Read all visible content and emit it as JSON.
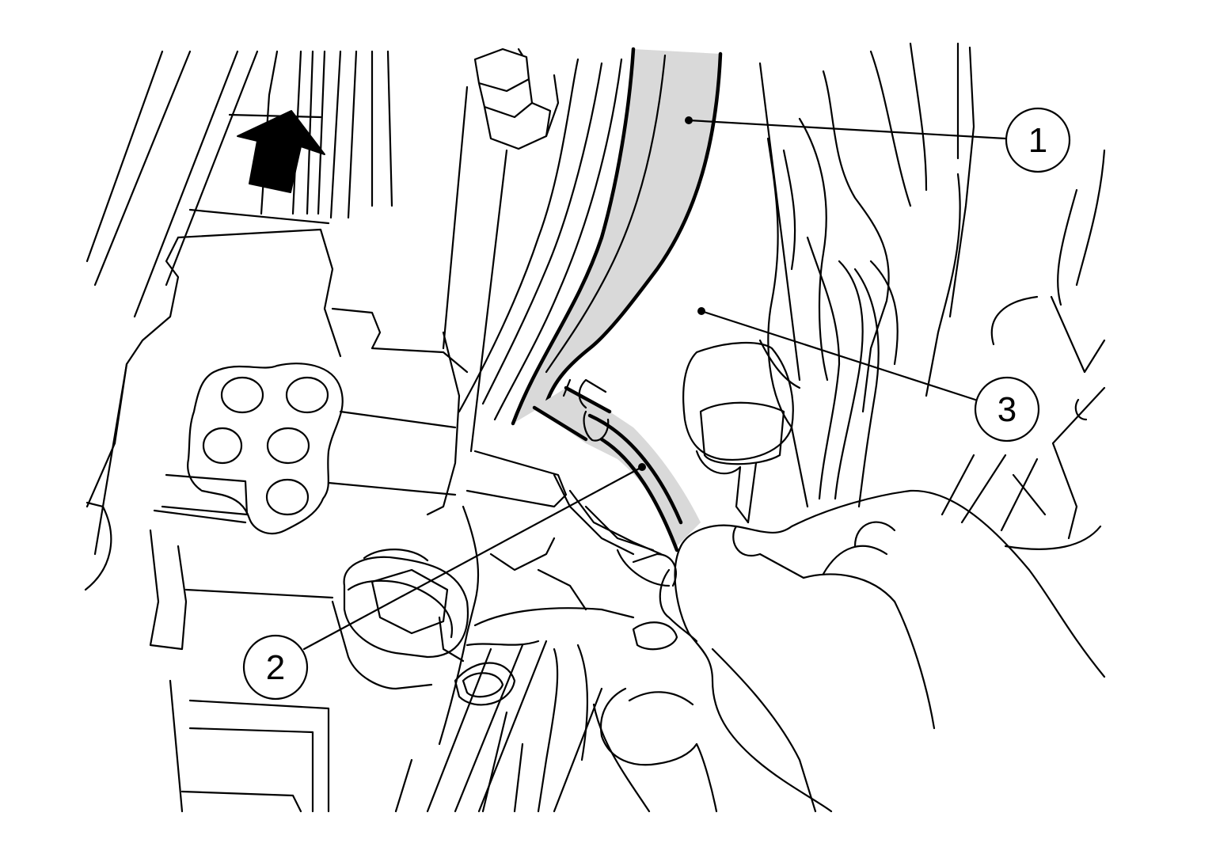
{
  "figure": {
    "callouts": [
      {
        "id": "1",
        "label": "1"
      },
      {
        "id": "2",
        "label": "2"
      },
      {
        "id": "3",
        "label": "3"
      }
    ],
    "colors": {
      "line": "#000000",
      "highlight_fill": "#d9d9d9",
      "background": "#ffffff"
    },
    "icons": [
      "direction-arrow-icon"
    ]
  }
}
